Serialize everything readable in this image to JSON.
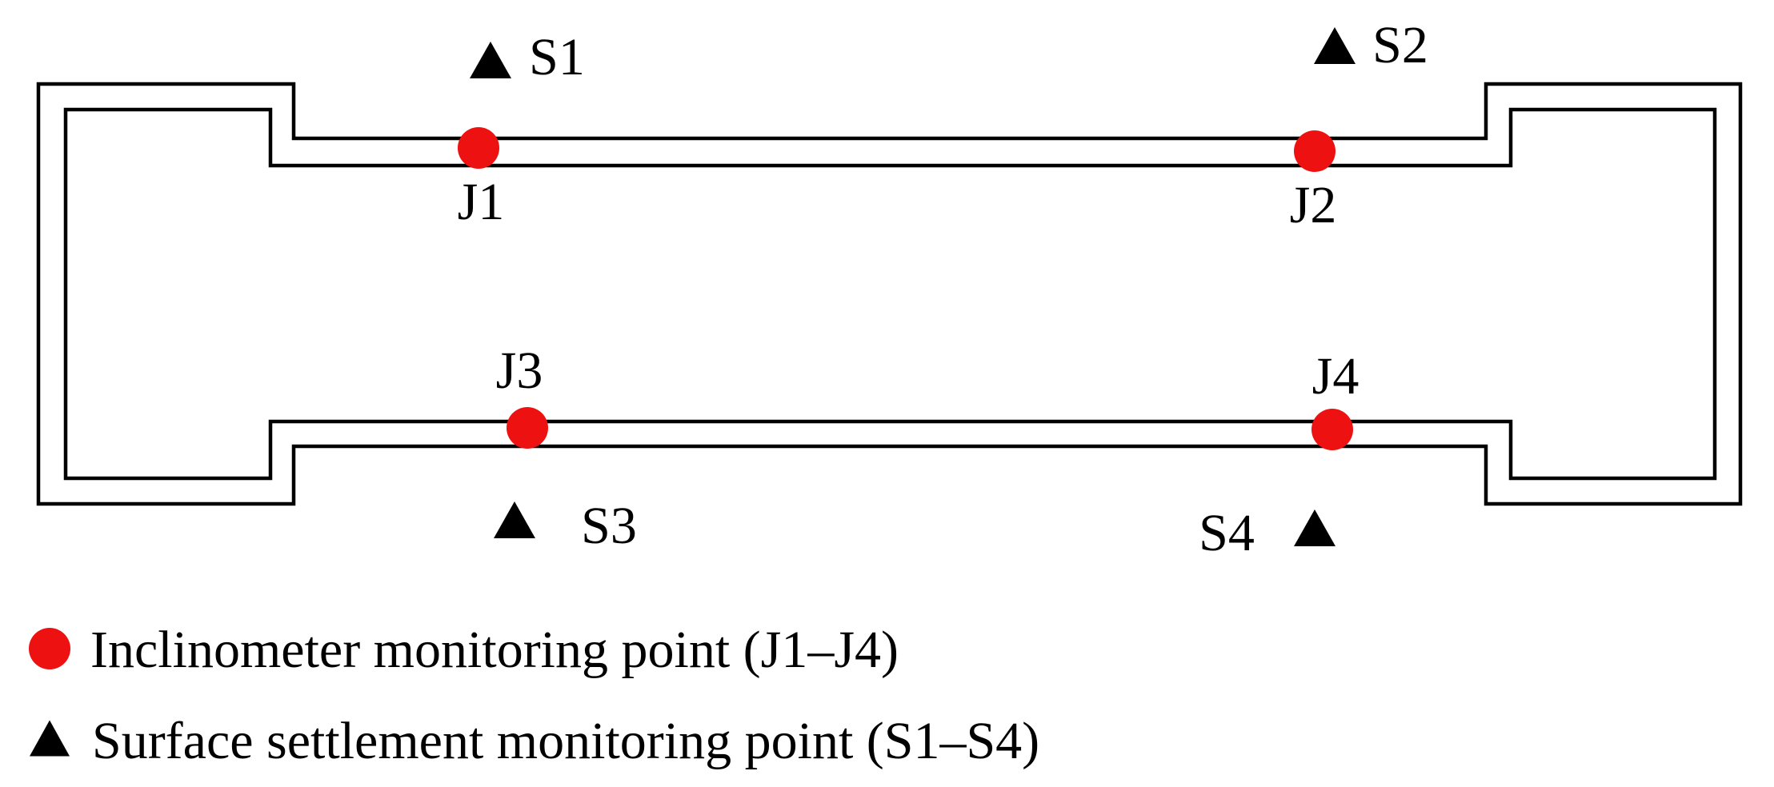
{
  "figure": {
    "description": "Plan-view layout of excavation monitoring points",
    "background_color": "#ffffff"
  },
  "points": {
    "inclinometer": [
      {
        "label": "J1"
      },
      {
        "label": "J2"
      },
      {
        "label": "J3"
      },
      {
        "label": "J4"
      }
    ],
    "settlement": [
      {
        "label": "S1"
      },
      {
        "label": "S2"
      },
      {
        "label": "S3"
      },
      {
        "label": "S4"
      }
    ]
  },
  "legend": {
    "items": [
      {
        "symbol": "inclinometer-circle",
        "label": "Inclinometer monitoring point (J1–J4)"
      },
      {
        "symbol": "settlement-triangle",
        "label": "Surface settlement monitoring point (S1–S4)"
      }
    ]
  },
  "colors": {
    "inclinometer_red": "#ee1111",
    "settlement_black": "#000000",
    "outline_black": "#000000"
  }
}
